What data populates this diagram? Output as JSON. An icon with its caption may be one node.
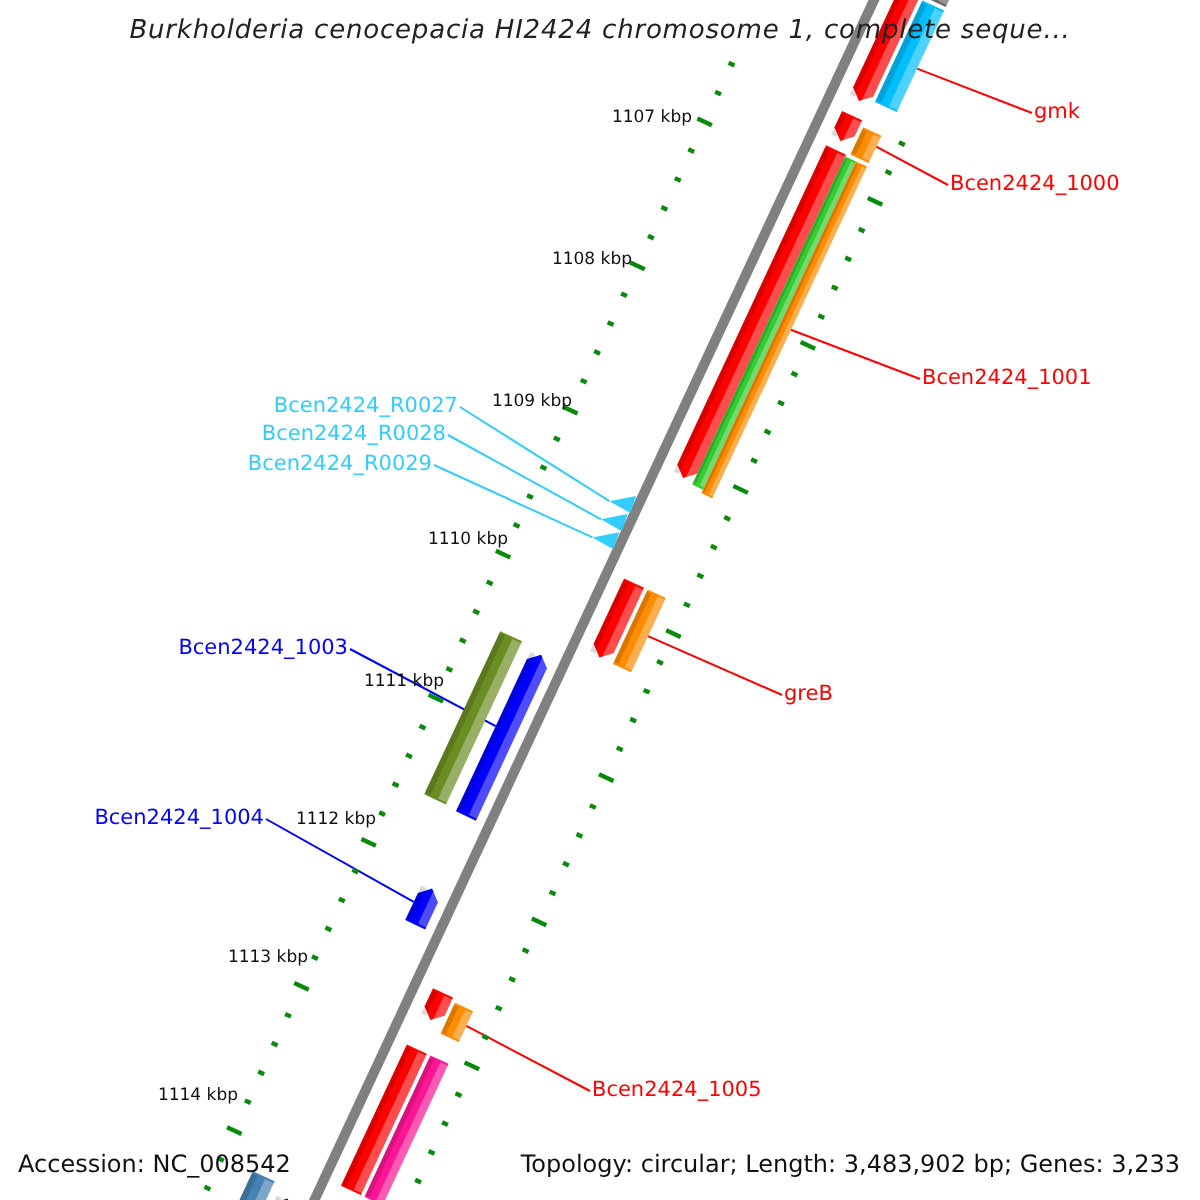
{
  "diagram": {
    "title": "Burkholderia cenocepacia HI2424 chromosome 1, complete seque...",
    "nodes": [
      {
        "text": [
          "gmk"
        ]
      },
      {
        "text": [
          "Bcen2424_1000"
        ]
      },
      {
        "text": [
          "Bcen2424_1001"
        ]
      },
      {
        "text": [
          "Bcen2424_R0027"
        ]
      },
      {
        "text": [
          "Bcen2424_R0028"
        ]
      },
      {
        "text": [
          "Bcen2424_R0029"
        ]
      },
      {
        "text": [
          "Bcen2424_1003"
        ]
      },
      {
        "text": [
          "greB"
        ]
      },
      {
        "text": [
          "Bcen2424_1004"
        ]
      },
      {
        "text": [
          "Bcen2424_1005"
        ]
      },
      {
        "text": [],
        "shape": "bar"
      },
      {
        "text": [],
        "shape": "bar"
      },
      {
        "text": [],
        "shape": "bar"
      },
      {
        "text": [],
        "shape": "triangle"
      },
      {
        "text": [],
        "shape": "triangle"
      },
      {
        "text": [],
        "shape": "triangle"
      },
      {
        "text": [],
        "shape": "bar"
      },
      {
        "text": [],
        "shape": "bar"
      },
      {
        "text": [],
        "shape": "bar"
      },
      {
        "text": [],
        "shape": "bar"
      }
    ],
    "edges": [
      {
        "from": 0,
        "to": 10,
        "arrow": "none"
      },
      {
        "from": 1,
        "to": 11,
        "arrow": "none"
      },
      {
        "from": 2,
        "to": 12,
        "arrow": "none"
      },
      {
        "from": 3,
        "to": 13,
        "arrow": "none",
        "color": "#33ccff"
      },
      {
        "from": 4,
        "to": 14,
        "arrow": "none",
        "color": "#33ccff"
      },
      {
        "from": 5,
        "to": 15,
        "arrow": "none",
        "color": "#33ccff"
      },
      {
        "from": 6,
        "to": 16,
        "arrow": "none",
        "color": "#0000ff"
      },
      {
        "from": 7,
        "to": 17,
        "arrow": "none"
      },
      {
        "from": 8,
        "to": 18,
        "arrow": "none",
        "color": "#0000ff"
      },
      {
        "from": 9,
        "to": 19,
        "arrow": "none"
      }
    ],
    "labels": [
      "1107 kbp",
      "1108 kbp",
      "1109 kbp",
      "1110 kbp",
      "1111 kbp",
      "1112 kbp",
      "1113 kbp",
      "1114 kbp",
      "Accession: NC_008542",
      "Topology: circular; Length: 3,483,902 bp; Genes: 3,233"
    ]
  }
}
